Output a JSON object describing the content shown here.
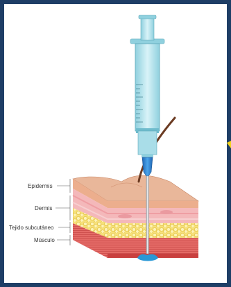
{
  "labels": {
    "epidermis": "Epidermis",
    "dermis": "Dermis",
    "subcutaneous": "Tejido subcutáneo",
    "muscle": "Músculo"
  },
  "colors": {
    "frame": "#1e3e66",
    "syringe_barrel": "#bfe8f0",
    "plunger": "#8fd0de",
    "needle_hub": "#2f7fd0",
    "epidermis": "#e9b79a",
    "dermis": "#f3b7b8",
    "subcutaneous_fat": "#f3dc63",
    "muscle": "#d95a57",
    "injected_fluid": "#2a98d6",
    "hair": "#6b3b22"
  }
}
